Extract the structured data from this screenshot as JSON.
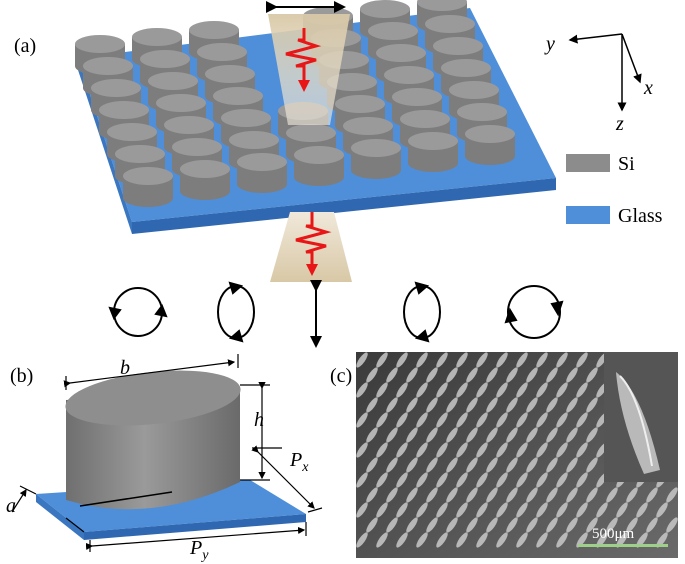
{
  "panels": {
    "a": "(a)",
    "b": "(b)",
    "c": "(c)"
  },
  "axes": {
    "x": "x",
    "y": "y",
    "z": "z"
  },
  "legend": {
    "si": "Si",
    "glass": "Glass"
  },
  "unit_cell": {
    "b": "b",
    "h": "h",
    "a": "a",
    "px_base": "P",
    "px_sub": "x",
    "py_base": "P",
    "py_sub": "y"
  },
  "sem": {
    "scale_bar": "500μm"
  },
  "colors": {
    "si": "#8c8c8c",
    "glass": "#4f8fd9",
    "beam": "#d9c9a8",
    "wave": "#e81616"
  }
}
